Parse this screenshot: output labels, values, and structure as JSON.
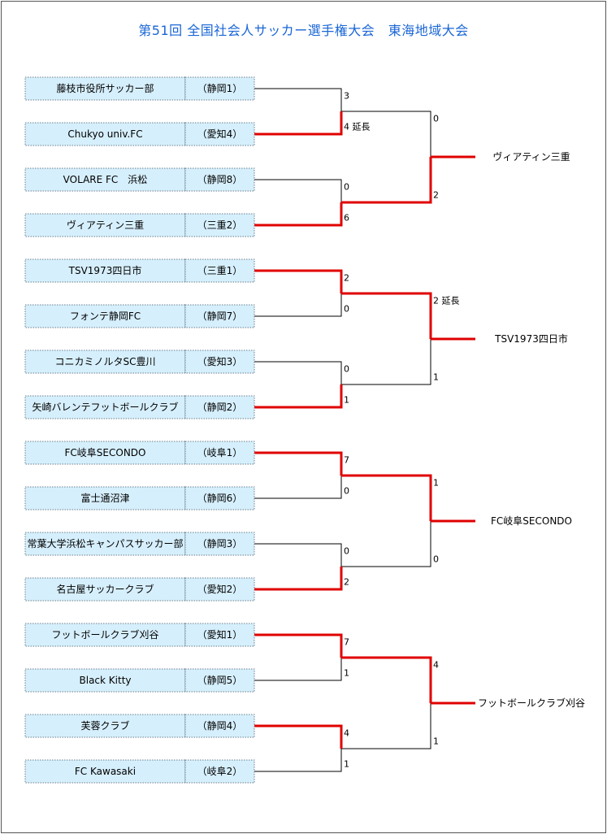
{
  "title": "第51回 全国社会人サッカー選手権大会　東海地域大会",
  "colors": {
    "title": "#1a66d6",
    "winner_line": "#e00000",
    "loser_line": "#000000",
    "box_fill": "#d6effc"
  },
  "teams": [
    {
      "name": "藤枝市役所サッカー部",
      "pref": "（静岡1）"
    },
    {
      "name": "Chukyo univ.FC",
      "pref": "（愛知4）"
    },
    {
      "name": "VOLARE FC　浜松",
      "pref": "（静岡8）"
    },
    {
      "name": "ヴィアティン三重",
      "pref": "（三重2）"
    },
    {
      "name": "TSV1973四日市",
      "pref": "（三重1）"
    },
    {
      "name": "フォンテ静岡FC",
      "pref": "（静岡7）"
    },
    {
      "name": "コニカミノルタSC豊川",
      "pref": "（愛知3）"
    },
    {
      "name": "矢崎バレンテフットボールクラブ",
      "pref": "（静岡2）"
    },
    {
      "name": "FC岐阜SECONDO",
      "pref": "（岐阜1）"
    },
    {
      "name": "富士通沼津",
      "pref": "（静岡6）"
    },
    {
      "name": "常葉大学浜松キャンパスサッカー部",
      "pref": "（静岡3）"
    },
    {
      "name": "名古屋サッカークラブ",
      "pref": "（愛知2）"
    },
    {
      "name": "フットボールクラブ刈谷",
      "pref": "（愛知1）"
    },
    {
      "name": "Black Kitty",
      "pref": "（静岡5）"
    },
    {
      "name": "芙蓉クラブ",
      "pref": "（静岡4）"
    },
    {
      "name": "FC Kawasaki",
      "pref": "（岐阜2）"
    }
  ],
  "round1": [
    {
      "top": "3",
      "bottom": "4 延長",
      "winner": "bottom"
    },
    {
      "top": "0",
      "bottom": "6",
      "winner": "bottom"
    },
    {
      "top": "2",
      "bottom": "0",
      "winner": "top"
    },
    {
      "top": "0",
      "bottom": "1",
      "winner": "bottom"
    },
    {
      "top": "7",
      "bottom": "0",
      "winner": "top"
    },
    {
      "top": "0",
      "bottom": "2",
      "winner": "bottom"
    },
    {
      "top": "7",
      "bottom": "1",
      "winner": "top"
    },
    {
      "top": "4",
      "bottom": "1",
      "winner": "top"
    }
  ],
  "round2": [
    {
      "top": "0",
      "bottom": "2",
      "winner": "bottom",
      "champion": "ヴィアティン三重"
    },
    {
      "top": "2 延長",
      "bottom": "1",
      "winner": "top",
      "champion": "TSV1973四日市"
    },
    {
      "top": "1",
      "bottom": "0",
      "winner": "top",
      "champion": "FC岐阜SECONDO"
    },
    {
      "top": "4",
      "bottom": "1",
      "winner": "top",
      "champion": "フットボールクラブ刈谷"
    }
  ]
}
